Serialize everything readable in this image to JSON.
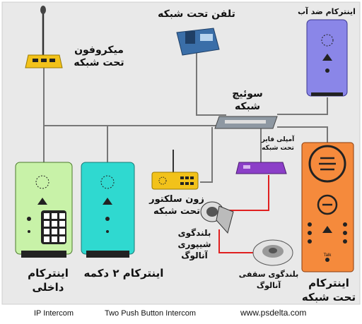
{
  "labels": {
    "phone": "تلفن تحت شبکه",
    "waterproof_intercom": "اینترکام ضد آب",
    "microphone_line1": "میکروفون",
    "microphone_line2": "تحت شبکه",
    "switch_line1": "سوئیچ",
    "switch_line2": "شبکه",
    "amplifier_line1": "آمپلی فایر",
    "amplifier_line2": "تحت شبکه",
    "zone_selector_line1": "زون سلکتور",
    "zone_selector_line2": "تحت شبکه",
    "horn_line1": "بلندگوی",
    "horn_line2": "شیپوری",
    "horn_line3": "آنالوگ",
    "ceiling_line1": "بلندگوی سقفی",
    "ceiling_line2": "آنالوگ",
    "indoor_intercom_line1": "اینترکام",
    "indoor_intercom_line2": "داخلی",
    "two_button_intercom": "اینترکام ۲ دکمه",
    "network_intercom_line1": "اینترکام",
    "network_intercom_line2": "تحت شبکه",
    "talk_label": "Talk",
    "caption_ip_intercom": "IP Intercom",
    "caption_two_button": "Two Push Button Intercom",
    "website": "www.psdelta.com"
  },
  "colors": {
    "background": "#e9e9e9",
    "network_cable": "#777777",
    "analog_cable": "#e02020",
    "indoor_intercom": "#c8f2a8",
    "two_button_intercom": "#2fd9d0",
    "network_intercom": "#f58a3c",
    "waterproof_intercom": "#8a86e8",
    "microphone": "#f2c21a",
    "zone_selector": "#f2c21a",
    "amplifier": "#8c3fc8",
    "phone": "#3a6ea8"
  }
}
